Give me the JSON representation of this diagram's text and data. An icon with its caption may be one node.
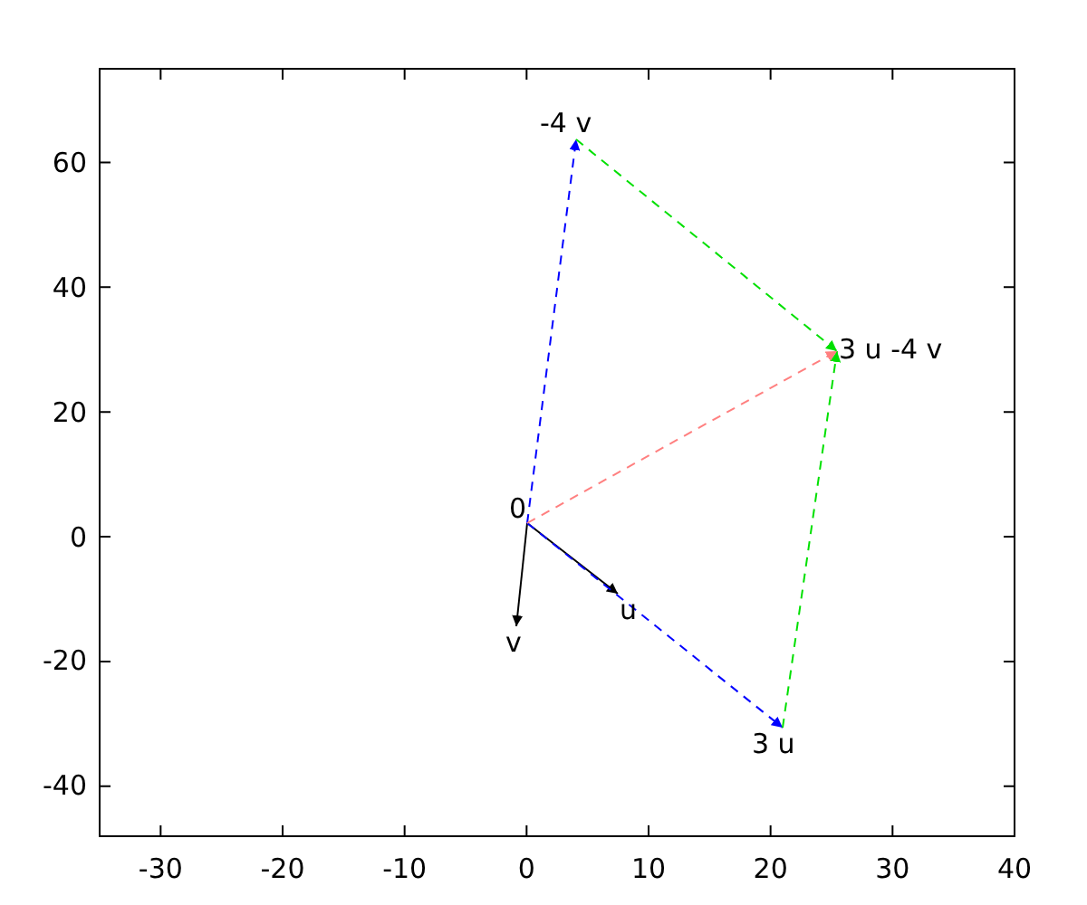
{
  "diagram": {
    "nodes": [
      {
        "text": [
          "0"
        ]
      },
      {
        "text": [
          "u"
        ]
      },
      {
        "text": [
          "v"
        ]
      },
      {
        "text": [
          "3 u"
        ]
      },
      {
        "text": [
          "-4 v"
        ]
      },
      {
        "text": [
          "3 u -4 v"
        ]
      }
    ],
    "edges": [
      {
        "from": 0,
        "to": 1,
        "arrow": "to"
      },
      {
        "from": 0,
        "to": 2,
        "arrow": "to"
      },
      {
        "from": 0,
        "to": 3,
        "arrow": "to",
        "style": "dashed",
        "color": "#0000ff"
      },
      {
        "from": 0,
        "to": 4,
        "arrow": "to",
        "style": "dashed",
        "color": "#0000ff"
      },
      {
        "from": 4,
        "to": 5,
        "arrow": "to",
        "style": "dashed",
        "color": "#00e000"
      },
      {
        "from": 3,
        "to": 5,
        "arrow": "to",
        "style": "dashed",
        "color": "#00e000"
      },
      {
        "from": 0,
        "to": 5,
        "arrow": "to",
        "style": "dashed",
        "color": "#ff8080"
      }
    ],
    "labels": [
      "60",
      "40",
      "20",
      "0",
      "-20",
      "-40",
      "-30",
      "-20",
      "-10",
      "0",
      "10",
      "20",
      "30",
      "40"
    ]
  }
}
